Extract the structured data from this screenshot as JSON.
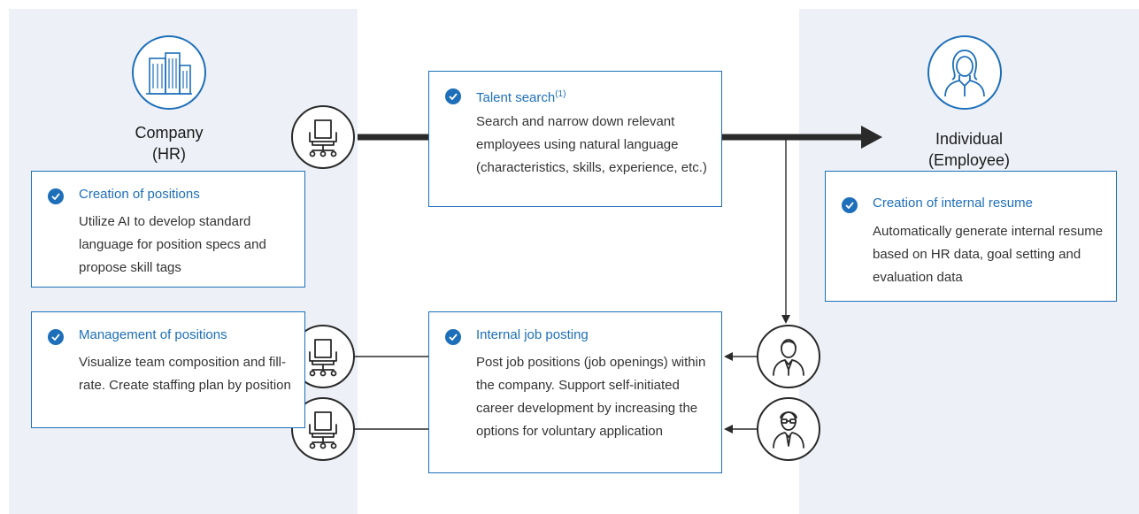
{
  "company": {
    "label_line1": "Company",
    "label_line2": "(HR)",
    "icon": "building-icon"
  },
  "individual": {
    "label_line1": "Individual",
    "label_line2": "(Employee)",
    "icon": "woman-icon"
  },
  "cards": {
    "talent_search": {
      "title": "Talent search",
      "title_sup": "(1)",
      "body": "Search and narrow down relevant employees using natural language (characteristics, skills, experience, etc.)"
    },
    "creation_positions": {
      "title": "Creation of positions",
      "body": "Utilize AI to develop standard language for position specs and propose skill tags"
    },
    "management_positions": {
      "title": "Management of positions",
      "body": "Visualize team composition and fill-rate. Create staffing plan by position"
    },
    "internal_job_posting": {
      "title": "Internal job posting",
      "body": "Post job positions (job openings) within the company. Support self-initiated career development by increasing the options for voluntary application"
    },
    "internal_resume": {
      "title": "Creation of internal resume",
      "body": "Automatically generate internal resume based on HR data, goal setting and evaluation data"
    }
  },
  "colors": {
    "accent": "#1e6fb9",
    "panel": "#edf1f7",
    "line": "#2a2a2a"
  },
  "icons": [
    "office-chair-icon",
    "man-icon",
    "man-glasses-icon",
    "check-icon"
  ]
}
